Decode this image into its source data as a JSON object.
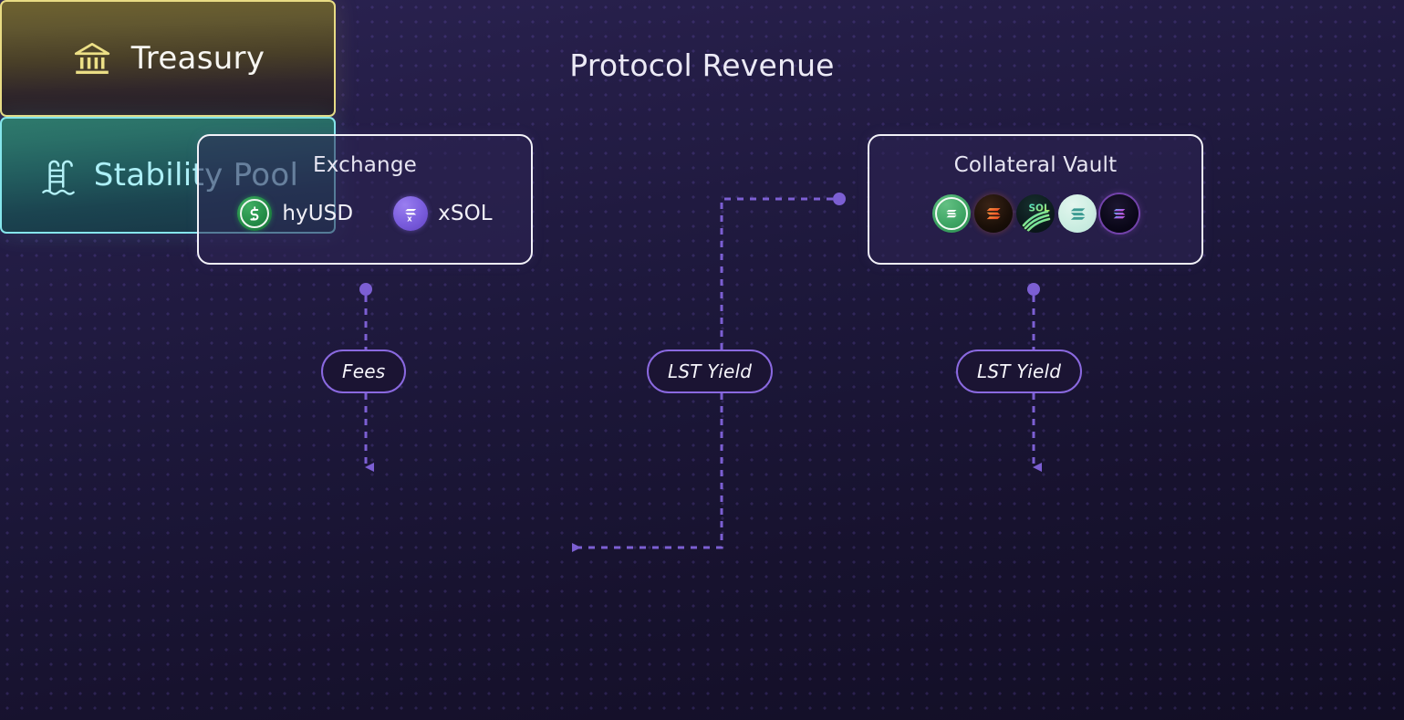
{
  "diagram": {
    "title": "Protocol Revenue",
    "type": "flow-diagram",
    "theme": {
      "background_dark": "#120e25",
      "background_light": "#2b2352",
      "accent_purple": "#8a69e0",
      "edge_purple": "#7c5fd3",
      "node_border_white": "#f2f1f8",
      "treasury_gold": "#e9dc84",
      "stability_cyan": "#85e6ec",
      "title_color": "#eceaf6"
    },
    "nodes": [
      {
        "id": "exchange",
        "title": "Exchange",
        "style": "outline",
        "tokens": [
          {
            "label": "hyUSD",
            "icon": "hyusd-coin-icon",
            "color": "#228b46"
          },
          {
            "label": "xSOL",
            "icon": "xsol-coin-icon",
            "color": "#7b5ede"
          }
        ]
      },
      {
        "id": "collateral-vault",
        "title": "Collateral Vault",
        "style": "outline",
        "tokens": [
          {
            "label": "",
            "icon": "lst-token-green-icon",
            "color": "#3da463"
          },
          {
            "label": "",
            "icon": "lst-token-orange-icon",
            "color": "#f06e32"
          },
          {
            "label": "SOL",
            "icon": "lst-token-sol-waves-icon",
            "color": "#3fd4b0"
          },
          {
            "label": "",
            "icon": "lst-token-mint-icon",
            "color": "#cdeee2"
          },
          {
            "label": "",
            "icon": "lst-token-purple-icon",
            "color": "#a45ae6"
          }
        ]
      },
      {
        "id": "treasury",
        "title": "Treasury",
        "style": "gold-filled",
        "icon": "bank-icon"
      },
      {
        "id": "stability-pool",
        "title": "Stability Pool",
        "style": "cyan-filled",
        "icon": "pool-ladder-icon"
      }
    ],
    "edges": [
      {
        "id": "exchange-to-treasury",
        "label": "Fees",
        "from": "exchange",
        "to": "treasury",
        "style": "dashed",
        "routing": "straight-down"
      },
      {
        "id": "vault-to-treasury",
        "label": "LST Yield",
        "from": "collateral-vault",
        "to": "treasury",
        "style": "dashed",
        "routing": "orthogonal-left"
      },
      {
        "id": "vault-to-stability-pool",
        "label": "LST Yield",
        "from": "collateral-vault",
        "to": "stability-pool",
        "style": "dashed",
        "routing": "straight-down"
      }
    ]
  }
}
